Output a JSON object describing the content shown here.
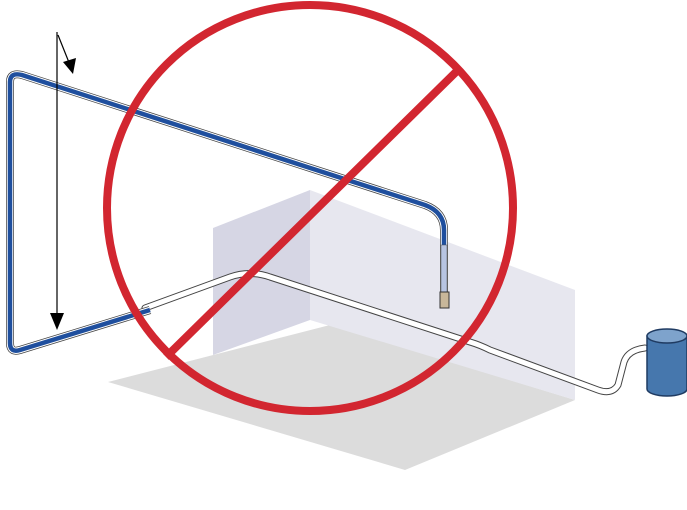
{
  "diagram": {
    "colors": {
      "background": "#ffffff",
      "floor": "#dcdcdc",
      "wall": "#e6e6ee",
      "wall_shadow": "#d3d3e3",
      "filled_tube": "#1f4f9e",
      "empty_tube_outline": "#444444",
      "prohibition_sign": "#d22630",
      "container_body": "#4677ad",
      "container_top": "#7ea3cc",
      "arrow": "#000000",
      "sensor_end": "#c8b79a"
    },
    "icons": {
      "sign": "prohibition-sign",
      "container": "cylinder-container",
      "arrows": "vertical-arrow"
    }
  }
}
